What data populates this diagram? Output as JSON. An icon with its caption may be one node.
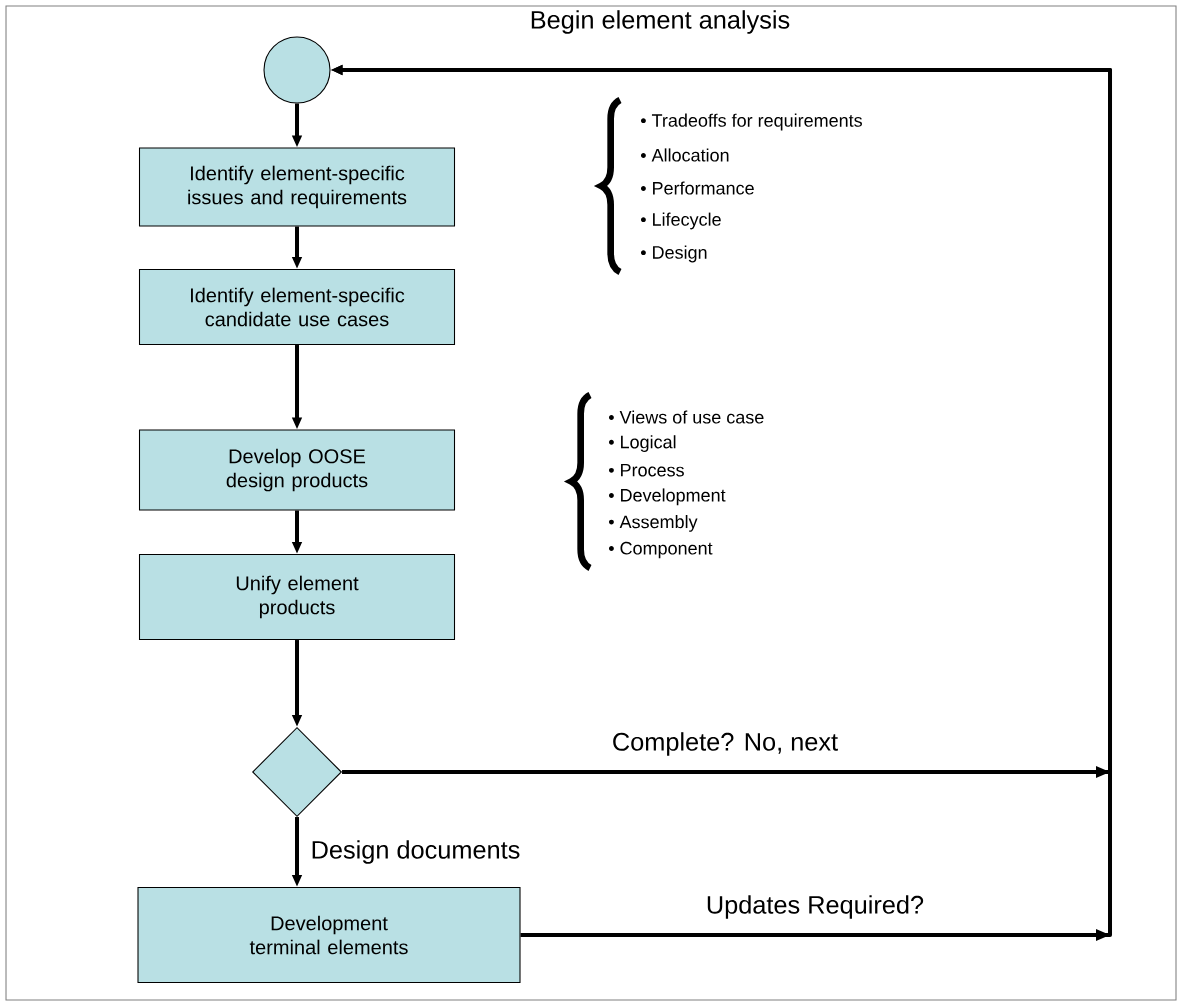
{
  "diagram": {
    "nodes": [
      {
        "text": [],
        "shape": "circle"
      },
      {
        "text": [
          "Identify element-specific issues and requirements"
        ]
      },
      {
        "text": [
          "Identify element-specific candidate use cases"
        ]
      },
      {
        "text": [
          "Develop OOSE design products"
        ]
      },
      {
        "text": [
          "Unify element products"
        ]
      },
      {
        "text": [],
        "shape": "diamond"
      },
      {
        "text": [
          "Development terminal elements"
        ]
      }
    ],
    "edges": [
      {
        "from": 0,
        "to": 1,
        "arrow": "to"
      },
      {
        "from": 1,
        "to": 2,
        "arrow": "to"
      },
      {
        "from": 2,
        "to": 3,
        "arrow": "to"
      },
      {
        "from": 3,
        "to": 4,
        "arrow": "to"
      },
      {
        "from": 4,
        "to": 5,
        "arrow": "to"
      },
      {
        "from": 5,
        "to": 6,
        "arrow": "to",
        "label": "Design documents"
      },
      {
        "from": 5,
        "to": 0,
        "arrow": "to",
        "label": "Complete? No, next"
      },
      {
        "from": 6,
        "to": 0,
        "arrow": "to",
        "label": "Updates Required?"
      }
    ],
    "labels": [
      "Begin element analysis",
      "• Tradeoffs for requirements",
      "• Allocation",
      "• Performance",
      "• Lifecycle",
      "• Design",
      "• Views of use case",
      "• Logical",
      "• Process",
      "• Development",
      "• Assembly",
      "• Component"
    ]
  }
}
